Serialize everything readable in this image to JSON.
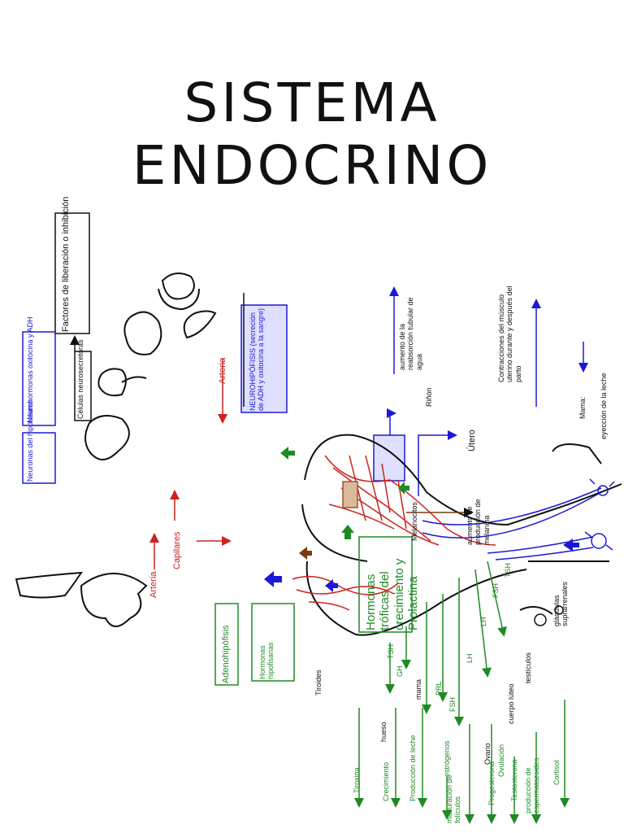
{
  "title": "SISTEMA ENDOCRINO",
  "labels": {
    "factores": "Factores de liberación o inhibición",
    "celulas": "Células neurosecretoras",
    "neurohormonas": "Neurohormonas oxitocina y ADH",
    "neuronas": "Neuronas del hipotálamo",
    "arteria_top": "Arteria",
    "neurohipofisis": "NEUROHIPÓFISIS (secreción de ADH y oxitocina a la sangre)",
    "rinon": "Riñón",
    "reabsorcion": "aumento de la reabsorción tubular de agua",
    "contracciones": "Contracciones del músculo uterino durante y después del parto",
    "mama_top": "Mama:",
    "eyeccion": "eyección de la leche",
    "utero": "Útero",
    "capilares": "Capilares",
    "arteria_bottom": "Arteria",
    "adenohipofisis": "Adenohipófisis",
    "hormonas_hipo": "Hormonas hipofisarias",
    "hormonas_troficas": "Hormonas tróficas del crecimiento y Prolactina",
    "melanocitos": "Melanocitos",
    "melanina": "aumento de producción de melanina",
    "tsh_box": "TSH",
    "tiroides": "Tiroides",
    "tiroxina": "Tiroxina",
    "gh": "GH",
    "hueso": "hueso",
    "crecimiento": "Crecimiento",
    "mama_bottom": "mama",
    "prl": "PRL",
    "produccion_leche": "Producción de leche",
    "fsh": "FSH",
    "lh": "LH",
    "fsh2": "FSH",
    "ovario": "Ovario",
    "estrogenos": "estrógenos",
    "maduracion": "maduración de folículos",
    "progesterona": "Progesterona",
    "ovulacion": "Ovulación",
    "cuerpo_luteo": "cuerpo lúteo",
    "testosterona": "Testosterona",
    "produccion_esperm": "producción de espermatozoides",
    "testiculos": "testículos",
    "cortisol": "Cortisol",
    "suprarrenales": "glándulas suprarrenales",
    "lh2": "LH",
    "tsh2": "TSH"
  }
}
